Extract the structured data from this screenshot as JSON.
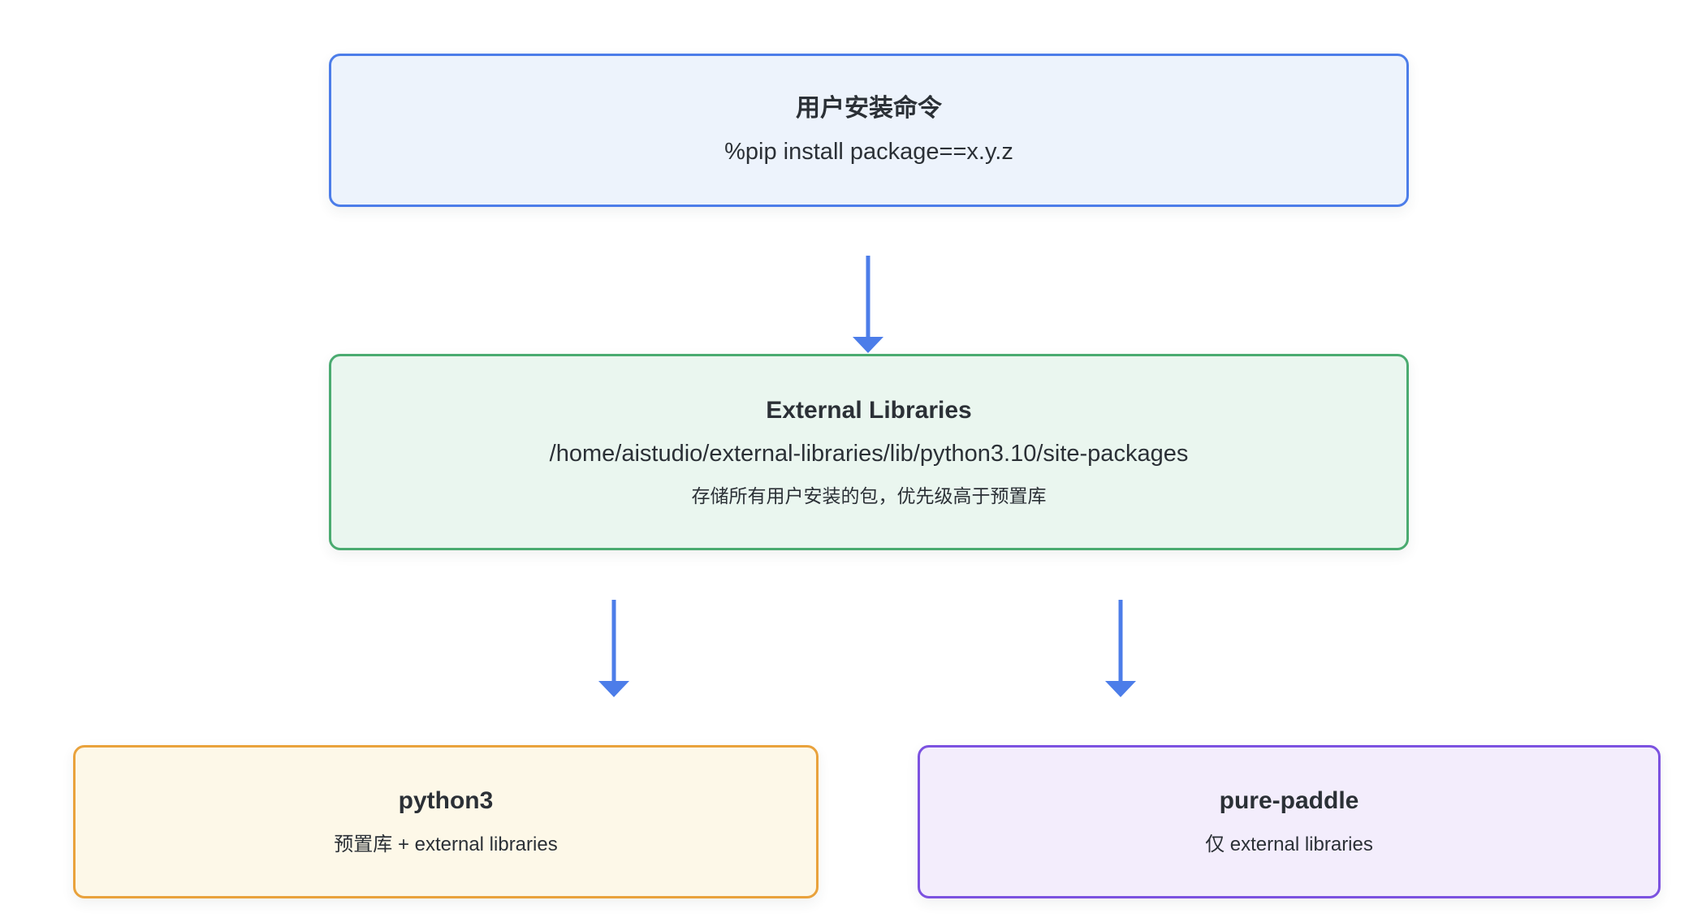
{
  "diagram": {
    "background": "#ffffff",
    "text_color": "#2b3036",
    "arrow_color": "#4c7de9",
    "nodes": {
      "install_command": {
        "title": "用户安装命令",
        "command": "%pip install package==x.y.z",
        "border_color": "#4c7de9",
        "fill_color": "#edf3fc"
      },
      "external_libraries": {
        "title": "External Libraries",
        "path": "/home/aistudio/external-libraries/lib/python3.10/site-packages",
        "note": "存储所有用户安装的包，优先级高于预置库",
        "border_color": "#4aab70",
        "fill_color": "#eaf6ef"
      },
      "python3": {
        "title": "python3",
        "subtitle": "预置库 + external libraries",
        "border_color": "#e9a23c",
        "fill_color": "#fdf8e8"
      },
      "pure_paddle": {
        "title": "pure-paddle",
        "subtitle": "仅 external libraries",
        "border_color": "#7c52e0",
        "fill_color": "#f3edfc"
      }
    }
  }
}
